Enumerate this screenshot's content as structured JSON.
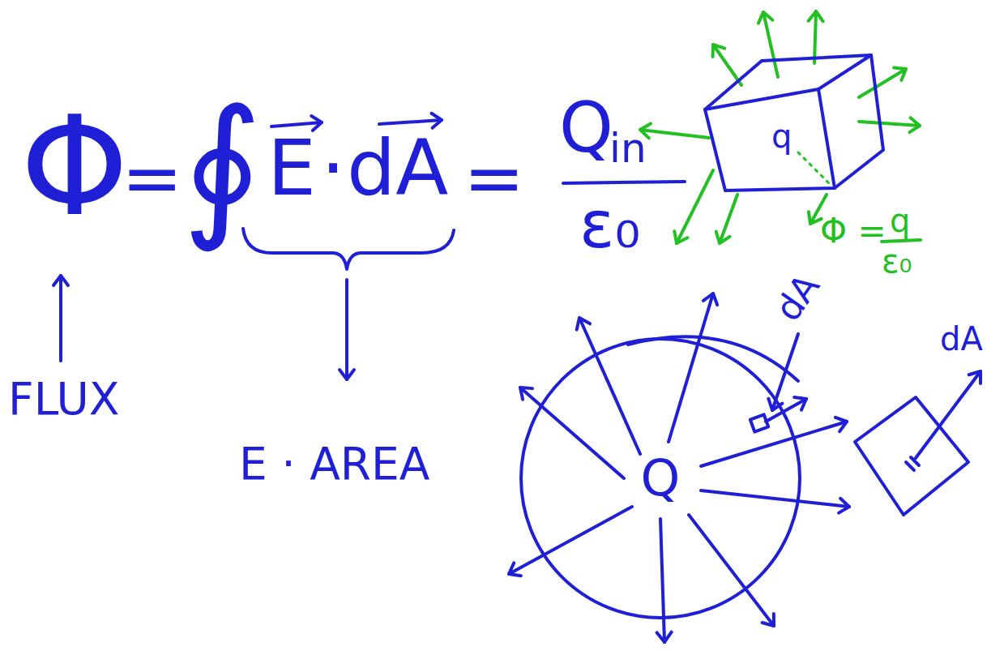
{
  "diagram": {
    "nodes": [
      {
        "text": [
          "q"
        ]
      },
      {
        "text": [
          "Q"
        ]
      }
    ],
    "labels": [
      "Φ",
      "=",
      "∮",
      "E",
      "·",
      "dA",
      "=",
      "Q",
      "in",
      "ε₀",
      "FLUX",
      "E · AREA",
      "Φ =",
      "q",
      "ε₀",
      "dA",
      "dA"
    ]
  }
}
